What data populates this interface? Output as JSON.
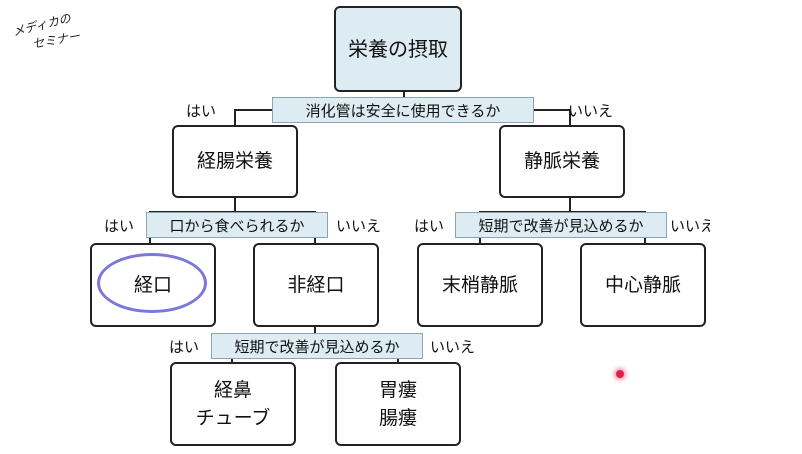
{
  "logo": {
    "line1": "メディカの",
    "line2": "セミナー"
  },
  "nodes": {
    "root": "栄養の摂取",
    "enteral": "経腸栄養",
    "parenteral": "静脈栄養",
    "oral": "経口",
    "nonoral": "非経口",
    "peripheral": "末梢静脈",
    "central": "中心静脈",
    "nasal_line1": "経鼻",
    "nasal_line2": "チューブ",
    "gastro_line1": "胃瘻",
    "gastro_line2": "腸瘻"
  },
  "questions": {
    "q1": "消化管は安全に使用できるか",
    "q2": "口から食べられるか",
    "q3": "短期で改善が見込めるか",
    "q4": "短期で改善が見込めるか"
  },
  "labels": {
    "yes": "はい",
    "no": "いいえ",
    "no_cut": "いいえ"
  },
  "colors": {
    "question_bg": "#dcecf2",
    "highlight_circle": "#7a78d8",
    "pointer": "#e0204a"
  }
}
